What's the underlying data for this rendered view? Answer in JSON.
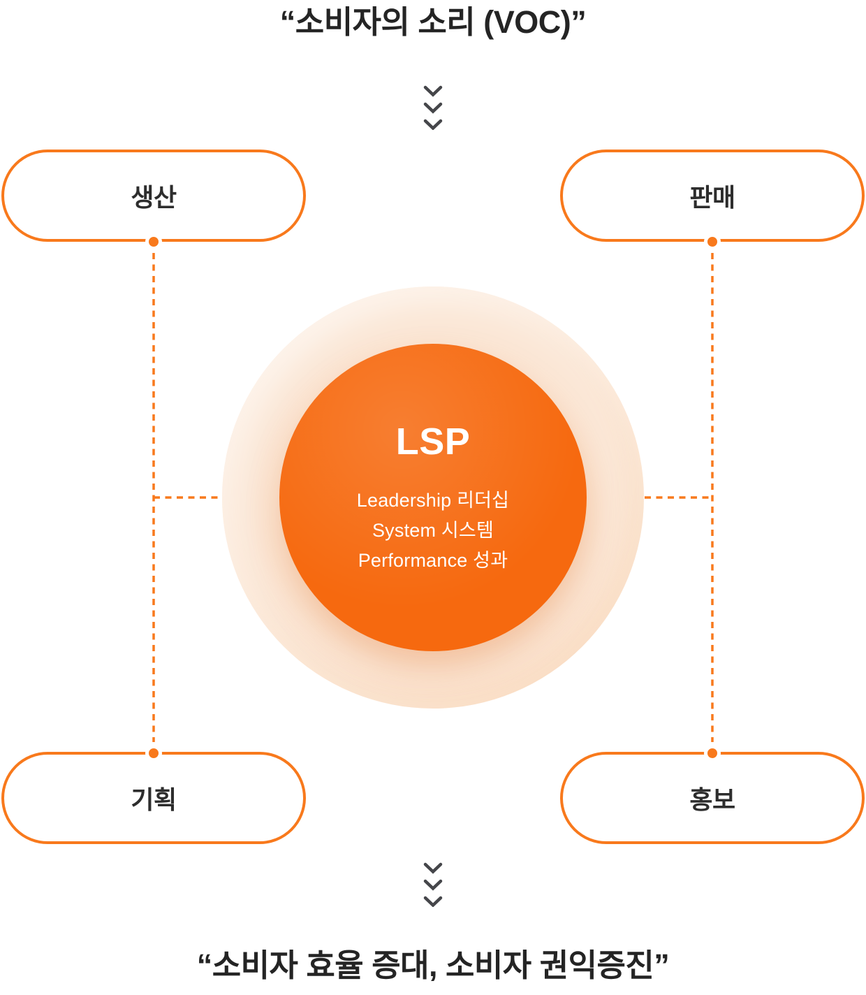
{
  "colors": {
    "accent": "#F8791C",
    "circle": "#F6690F",
    "halo": "#FBE7D6",
    "title": "#242424",
    "label": "#2D2D2D",
    "chevron": "#45464A",
    "center_text": "#FFFFFF",
    "bg": "#FFFFFF"
  },
  "top_title": "“소비자의 소리 (VOC)”",
  "bottom_title": "“소비자 효율 증대, 소비자 권익증진”",
  "center": {
    "heading": "LSP",
    "lines": [
      "Leadership 리더십",
      "System 시스템",
      "Performance 성과"
    ]
  },
  "nodes": [
    {
      "id": "production",
      "label": "생산",
      "position": "top-left"
    },
    {
      "id": "sales",
      "label": "판매",
      "position": "top-right"
    },
    {
      "id": "planning",
      "label": "기획",
      "position": "bottom-left"
    },
    {
      "id": "promotion",
      "label": "홍보",
      "position": "bottom-right"
    }
  ],
  "icons": {
    "flow_arrow": "chevrons-down-icon",
    "connector_dot": "connector-dot",
    "connector_line": "dashed-connector-line"
  }
}
